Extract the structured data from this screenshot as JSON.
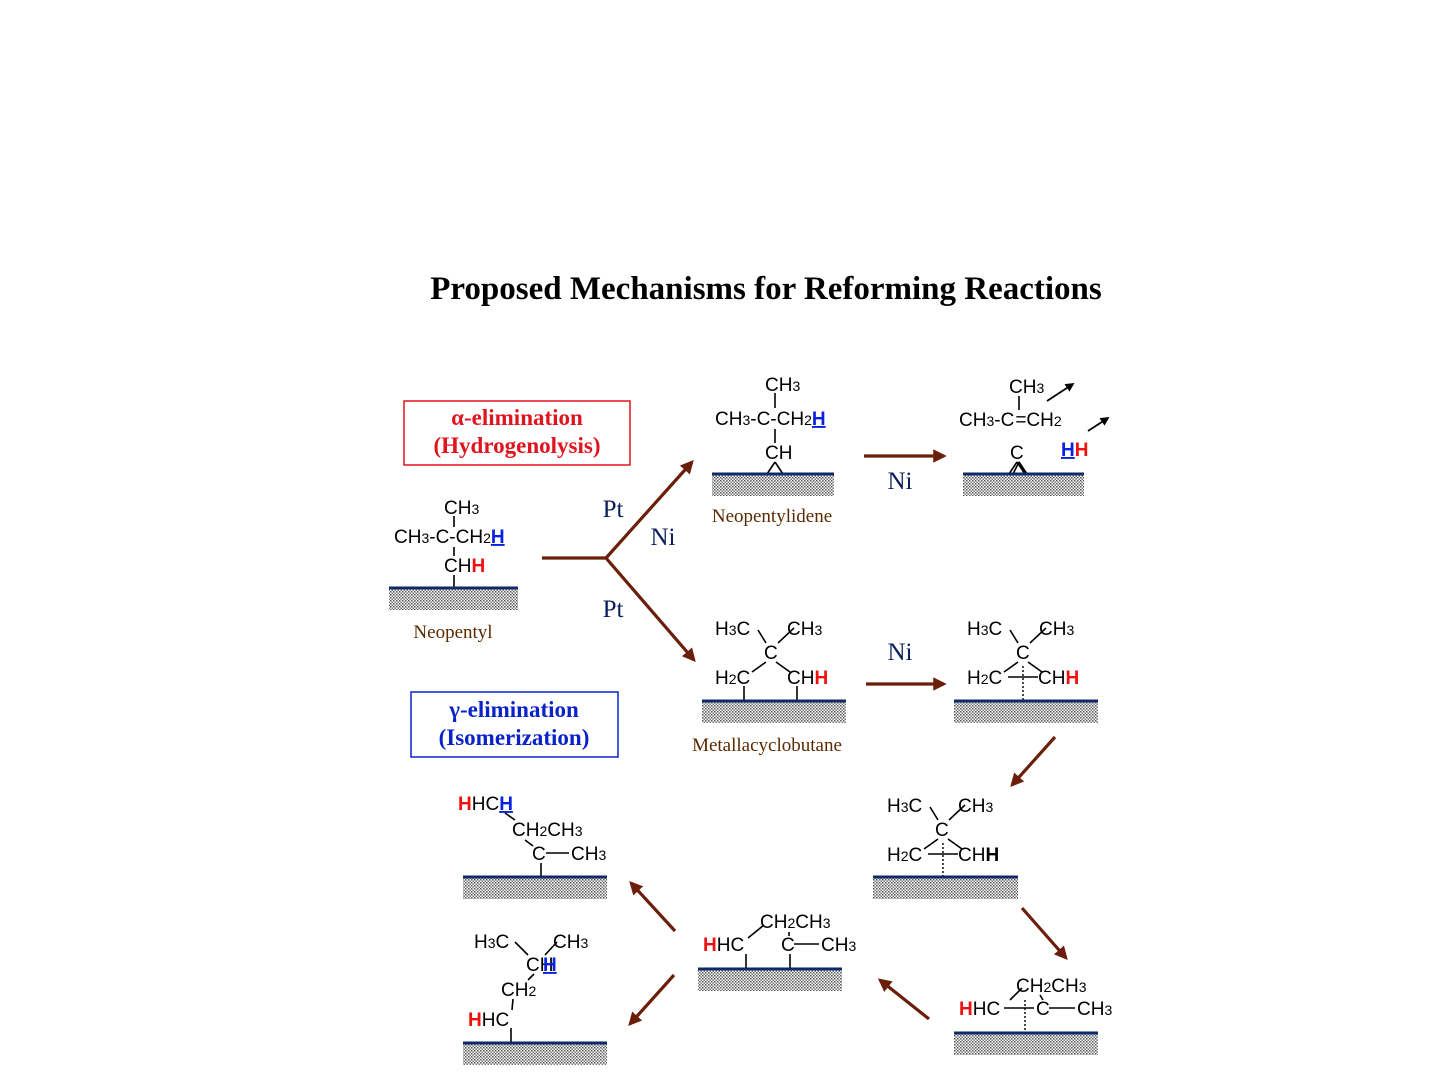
{
  "title": "Proposed Mechanisms for Reforming Reactions",
  "boxes": {
    "alpha": {
      "line1": "α-elimination",
      "line2": "(Hydrogenolysis)",
      "color": "#e0141e"
    },
    "gamma": {
      "line1": "γ-elimination",
      "line2": "(Isomerization)",
      "color": "#0a22c8"
    }
  },
  "labels": {
    "neopentyl": "Neopentyl",
    "neopentylidene": "Neopentylidene",
    "metallacyclobutane": "Metallacyclobutane"
  },
  "catalysts": {
    "pt_upper": "Pt",
    "ni_upper": "Ni",
    "pt_lower": "Pt",
    "ni_top_right": "Ni",
    "ni_mid_right": "Ni"
  },
  "colors": {
    "arrow": "#6b1e0a",
    "surface_line": "#0e2a6a",
    "label_text": "#5a2a00",
    "catalyst_text": "#0a1f5c",
    "hydrogen_red": "#f01010",
    "hydrogen_blue": "#0a22e0"
  },
  "icons": {
    "surface": "metal-surface-icon",
    "arrow": "reaction-arrow-icon"
  }
}
